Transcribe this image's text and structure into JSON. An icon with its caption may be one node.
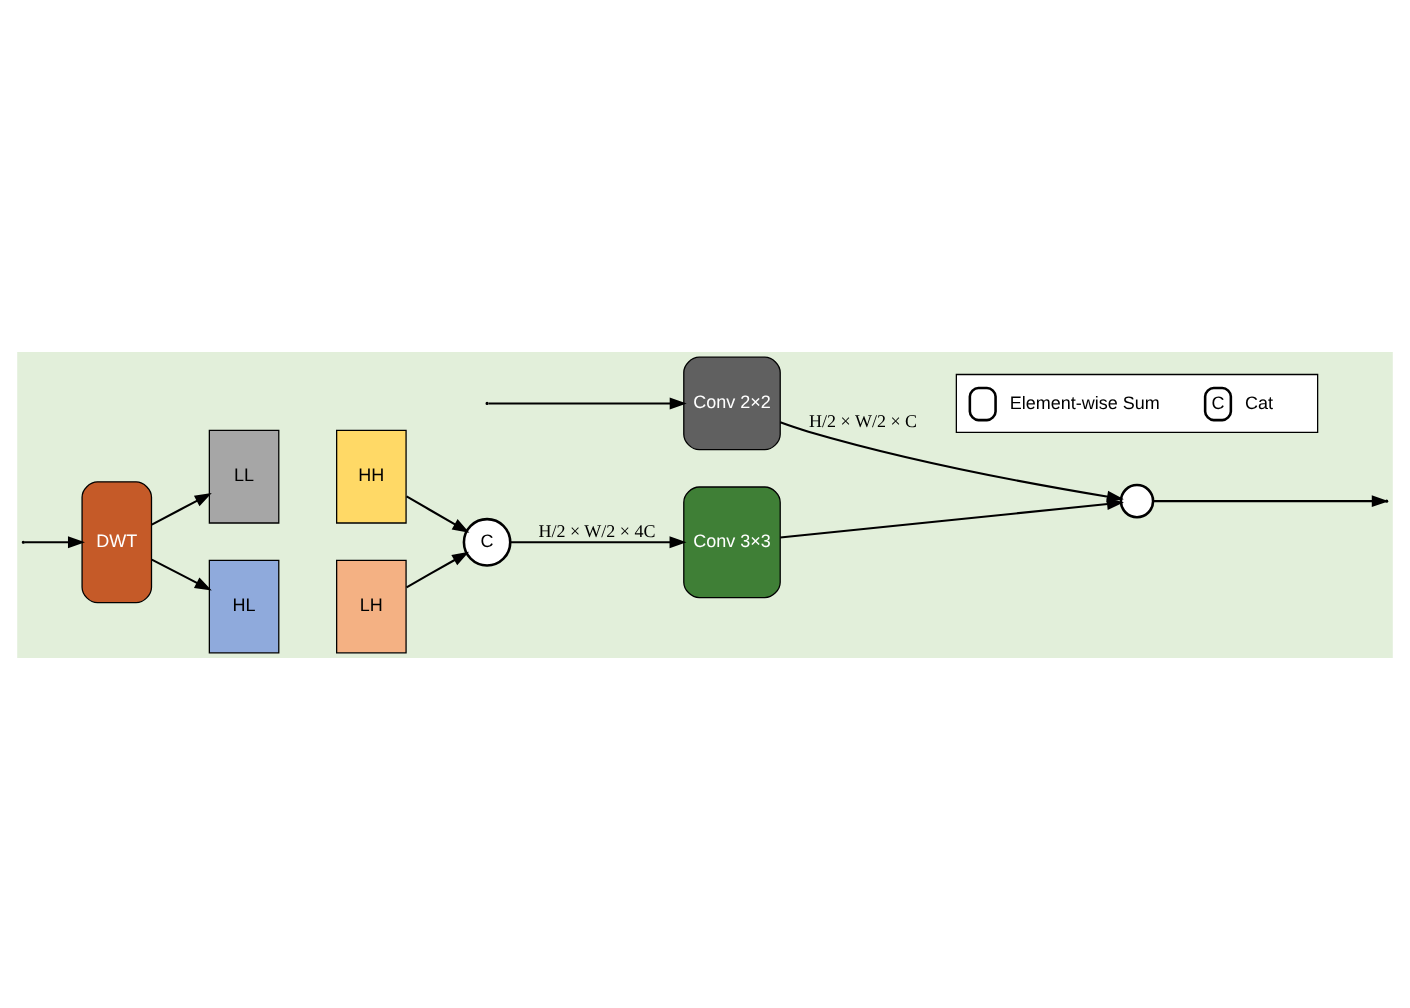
{
  "diagram": {
    "nodes": [
      {
        "text": [
          "DWT"
        ]
      },
      {
        "text": [
          "LL"
        ]
      },
      {
        "text": [
          "HH"
        ]
      },
      {
        "text": [
          "HL"
        ]
      },
      {
        "text": [
          "LH"
        ]
      },
      {
        "text": [
          "C"
        ]
      },
      {
        "text": [
          "Conv 3×3"
        ]
      },
      {
        "text": [],
        "shape": "circle"
      },
      {
        "text": [
          "Conv 2×2"
        ]
      }
    ],
    "edges": [
      {
        "from": null,
        "to": 0,
        "arrow": "to"
      },
      {
        "from": null,
        "to": 8,
        "arrow": "to"
      },
      {
        "from": 0,
        "to": 1,
        "arrow": "to"
      },
      {
        "from": 0,
        "to": 3,
        "arrow": "to"
      },
      {
        "from": 2,
        "to": 5,
        "arrow": "to"
      },
      {
        "from": 4,
        "to": 5,
        "arrow": "to"
      },
      {
        "from": 5,
        "to": 6,
        "arrow": "to",
        "label": "H/2 × W/2 × 4C"
      },
      {
        "from": 6,
        "to": 7,
        "arrow": "to"
      },
      {
        "from": 8,
        "to": 7,
        "arrow": "to",
        "label": "H/2 × W/2 × C"
      },
      {
        "from": 7,
        "to": null,
        "arrow": "to"
      }
    ],
    "labels": [
      "C"
    ],
    "legend": [
      {
        "text": "Element-wise Sum"
      },
      {
        "text": "Cat"
      }
    ]
  }
}
